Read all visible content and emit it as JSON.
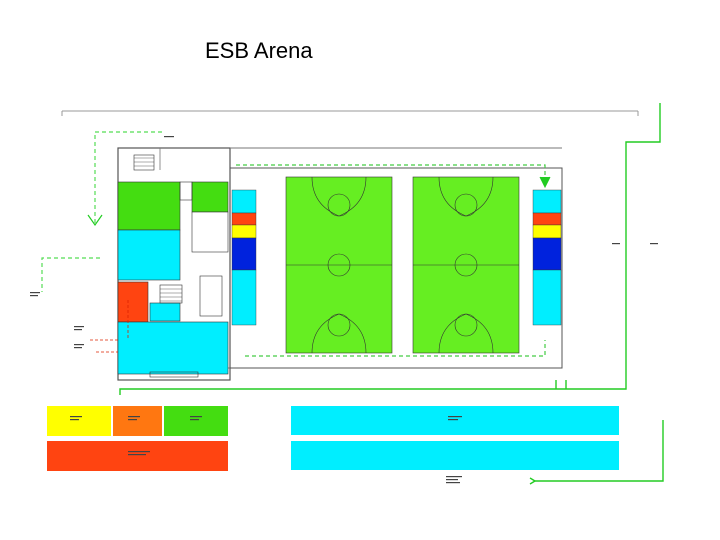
{
  "title": "ESB Arena",
  "colors": {
    "court": "#66ee22",
    "cyan": "#00eeff",
    "orange": "#ff4411",
    "yellow": "#ffff00",
    "blue": "#0022dd",
    "green": "#44dd11",
    "route": "#22cc22",
    "route_dashed": "#55dd55",
    "exit_red": "#dd2200"
  },
  "icons": [
    "north-arrow",
    "exit-arrow"
  ]
}
